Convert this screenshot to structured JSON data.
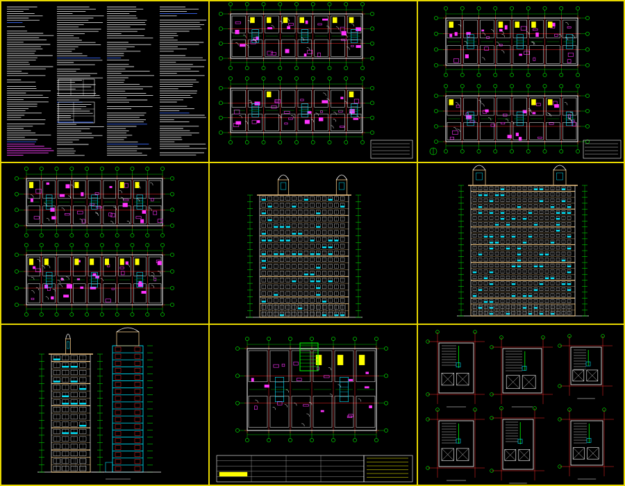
{
  "sheet": {
    "grid_color": "#e8d800",
    "background": "#000000"
  },
  "colors": {
    "axis": "#00ff00",
    "wall": "#ff2a2a",
    "room": "#ff33ff",
    "cyan": "#00e5ff",
    "yellow": "#ffff00",
    "white": "#ffffff",
    "tan": "#f2c886",
    "grey": "#9a9a9a",
    "blue": "#3b6bff",
    "magenta_text": "#ff40ff"
  },
  "panels": [
    {
      "id": "notes",
      "kind": "design-notes",
      "icon": "text-notes-icon"
    },
    {
      "id": "plan-a",
      "kind": "floor-plans-pair",
      "icon": "floor-plan-icon"
    },
    {
      "id": "plan-b",
      "kind": "floor-plans-pair",
      "icon": "floor-plan-icon"
    },
    {
      "id": "plan-c",
      "kind": "floor-plans-pair",
      "icon": "floor-plan-icon"
    },
    {
      "id": "elevation-front",
      "kind": "elevation",
      "icon": "building-elevation-icon"
    },
    {
      "id": "elevation-rear",
      "kind": "elevation",
      "icon": "building-elevation-icon"
    },
    {
      "id": "section",
      "kind": "side-elevation-and-section",
      "icon": "building-section-icon"
    },
    {
      "id": "unit-plan",
      "kind": "enlarged-plan",
      "icon": "floor-plan-icon"
    },
    {
      "id": "stair-details",
      "kind": "core-detail-plans",
      "icon": "stair-detail-icon"
    }
  ]
}
